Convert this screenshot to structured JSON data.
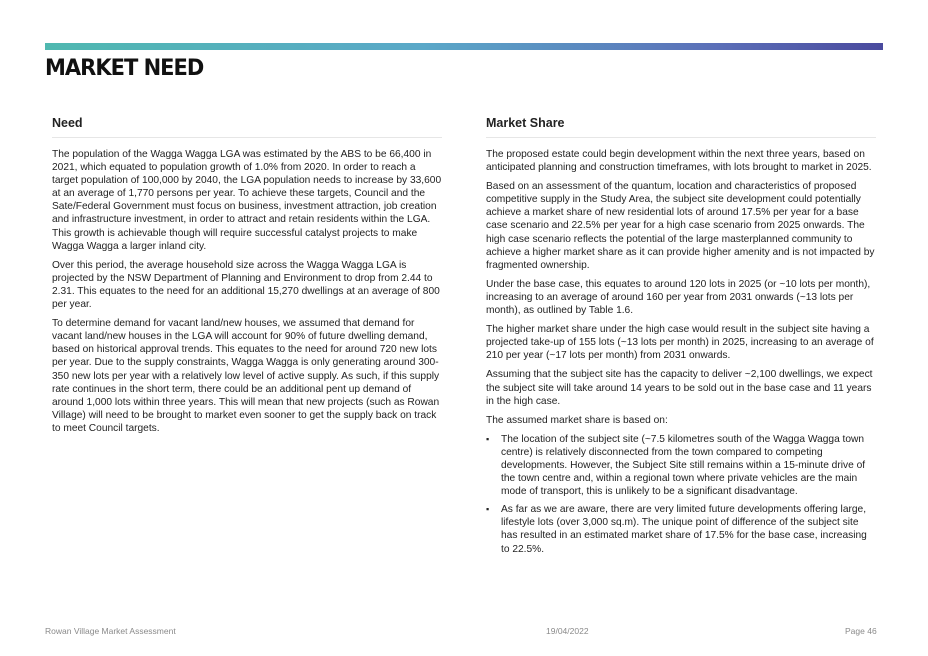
{
  "page": {
    "title": "MARKET NEED"
  },
  "need": {
    "heading": "Need",
    "paragraphs": [
      "The population of the Wagga Wagga LGA was estimated by the ABS to be 66,400 in 2021, which equated to population growth of 1.0% from 2020. In order to reach a target population of 100,000 by 2040, the LGA population needs to increase by 33,600 at an average of 1,770 persons per year. To achieve these targets, Council and the Sate/Federal Government must focus on business, investment attraction, job creation and infrastructure investment, in order to attract and retain residents within the LGA. This growth is achievable though will require successful catalyst projects to make Wagga Wagga a larger inland city.",
      "Over this period, the average household size across the Wagga Wagga LGA is projected by the NSW Department of Planning and Environment to drop from 2.44 to 2.31. This equates to the need for an additional 15,270 dwellings at an average of 800 per year.",
      "To determine demand for vacant land/new houses, we assumed that demand for vacant land/new houses in the LGA will account for 90% of future dwelling demand, based on historical approval trends. This equates to the need for around 720 new lots per year. Due to the supply constraints, Wagga Wagga is only generating around 300-350 new lots per year with a relatively low level of active supply. As such, if this supply rate continues in the short term, there could be an additional pent up demand of around 1,000 lots within three years. This will mean that new projects (such as Rowan Village) will need to be brought to market even sooner to get the supply back on track to meet Council targets."
    ]
  },
  "market_share": {
    "heading": "Market Share",
    "paragraphs": [
      "The proposed estate could begin development within the next three years, based on anticipated planning and construction timeframes, with lots brought to market in 2025.",
      "Based on an assessment of the quantum, location and characteristics of proposed competitive supply in the Study Area, the subject site development could potentially achieve a market share of new residential lots of around 17.5% per year for a base case scenario and 22.5% per year for a high case scenario from 2025 onwards. The high case scenario reflects the potential of the large masterplanned community to achieve a higher market share as it can provide higher amenity and is not impacted by fragmented ownership.",
      "Under the base case, this equates to around 120 lots in 2025 (or ~10 lots per month), increasing to an average of around 160 per year from 2031 onwards (~13 lots per month), as outlined by Table 1.6.",
      "The higher market share under the high case would result in the subject site having a projected take-up of 155 lots (~13 lots per month) in 2025, increasing to an average of 210 per year (~17 lots per month) from 2031 onwards.",
      "Assuming that the subject site has the capacity to deliver ~2,100 dwellings, we expect the subject site will take around 14 years to be sold out in the base case and 11 years in the high case.",
      "The assumed market share is based on:"
    ],
    "bullets": [
      "The location of the subject site (~7.5 kilometres south of the Wagga Wagga town centre) is relatively disconnected from the town compared to competing developments. However, the Subject Site still remains within a 15-minute drive of the town centre and, within a regional town where private vehicles are the main mode of transport, this is unlikely to be a significant disadvantage.",
      "As far as we are aware, there are very limited future developments offering large, lifestyle lots (over 3,000 sq.m). The unique point of difference of the subject site has resulted in an estimated market share of 17.5% for the base case, increasing to 22.5%."
    ]
  },
  "footer": {
    "left": "Rowan Village Market Assessment",
    "center": "19/04/2022",
    "right": "Page 46"
  },
  "colors": {
    "bar_start": "#4fb8b0",
    "bar_end": "#4a4a9e"
  }
}
